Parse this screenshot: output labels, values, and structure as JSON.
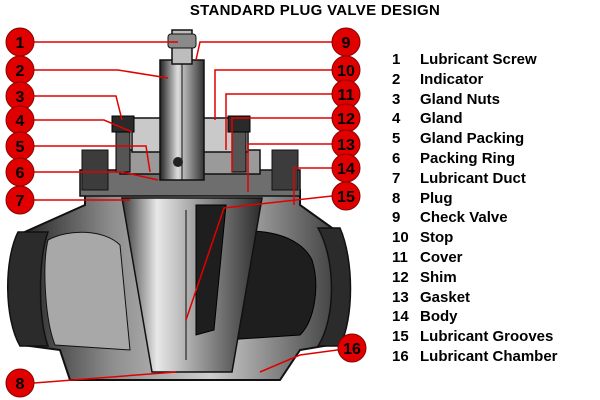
{
  "title": "STANDARD PLUG VALVE DESIGN",
  "colors": {
    "callout": "#e10000",
    "metal_dark": "#1a1a1a",
    "metal_light": "#d8d8d8"
  },
  "legend": [
    {
      "num": "1",
      "label": "Lubricant Screw"
    },
    {
      "num": "2",
      "label": "Indicator"
    },
    {
      "num": "3",
      "label": "Gland Nuts"
    },
    {
      "num": "4",
      "label": "Gland"
    },
    {
      "num": "5",
      "label": "Gland Packing"
    },
    {
      "num": "6",
      "label": "Packing Ring"
    },
    {
      "num": "7",
      "label": "Lubricant Duct"
    },
    {
      "num": "8",
      "label": "Plug"
    },
    {
      "num": "9",
      "label": "Check Valve"
    },
    {
      "num": "10",
      "label": "Stop"
    },
    {
      "num": "11",
      "label": "Cover"
    },
    {
      "num": "12",
      "label": "Shim"
    },
    {
      "num": "13",
      "label": "Gasket"
    },
    {
      "num": "14",
      "label": "Body"
    },
    {
      "num": "15",
      "label": "Lubricant Grooves"
    },
    {
      "num": "16",
      "label": "Lubricant Chamber"
    }
  ],
  "callouts": [
    "1",
    "2",
    "3",
    "4",
    "5",
    "6",
    "7",
    "8",
    "9",
    "10",
    "11",
    "12",
    "13",
    "14",
    "15",
    "16"
  ]
}
